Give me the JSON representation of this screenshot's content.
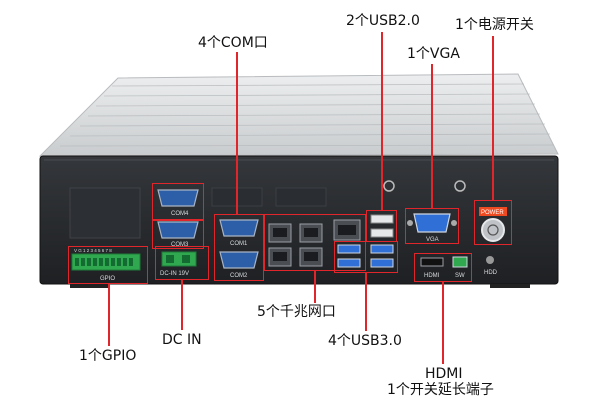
{
  "labels": {
    "com": "4个COM口",
    "usb2": "2个USB2.0",
    "power": "1个电源开关",
    "vga": "1个VGA",
    "lan": "5个千兆网口",
    "usb3": "4个USB3.0",
    "gpio": "1个GPIO",
    "dcin": "DC IN",
    "hdmi": "HDMI",
    "switch_ext": "1个开关延长端子"
  },
  "panel_text": {
    "com4": "COM4",
    "com3": "COM3",
    "com1": "COM1",
    "com2": "COM2",
    "vga": "VGA",
    "power": "POWER",
    "dc_in": "DC-IN 19V",
    "gpio": "GPIO",
    "hdmi": "HDMI",
    "sw": "SW",
    "hdd": "HDD",
    "gpio_pins": "V G 1 2 3 4 5 6 7 8"
  },
  "colors": {
    "annotation_red": "#e0262b",
    "chassis_top": "#d6d8da",
    "rear_panel": "#26282b",
    "usb3_blue": "#2f6fd6",
    "gpio_green": "#2fa84f",
    "power_label_bg": "#ee4a22"
  }
}
